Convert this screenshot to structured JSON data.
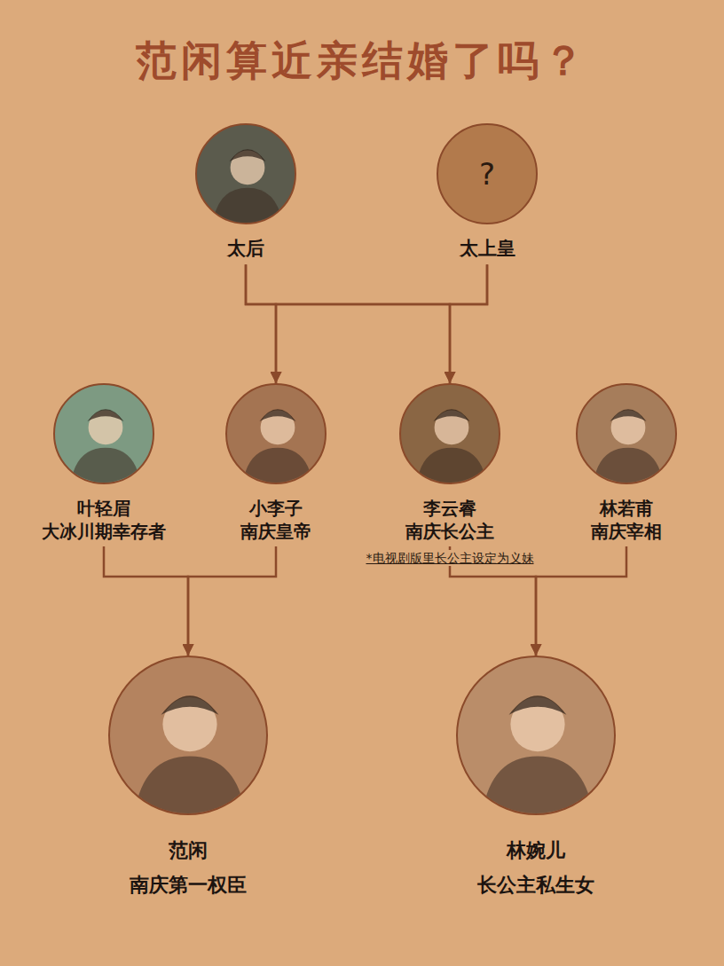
{
  "diagram": {
    "title": "范闲算近亲结婚了吗？",
    "nodes": [
      {
        "text": [
          "太后"
        ]
      },
      {
        "text": [
          "?",
          "太上皇"
        ]
      },
      {
        "text": [
          "叶轻眉",
          "大冰川期幸存者"
        ]
      },
      {
        "text": [
          "小李子",
          "南庆皇帝"
        ]
      },
      {
        "text": [
          "李云睿",
          "南庆长公主"
        ]
      },
      {
        "text": [
          "林若甫",
          "南庆宰相"
        ]
      },
      {
        "text": [
          "范闲",
          "南庆第一权臣"
        ]
      },
      {
        "text": [
          "林婉儿",
          "长公主私生女"
        ]
      }
    ],
    "edges": [
      {
        "from": 0,
        "to": 3,
        "arrow": "to"
      },
      {
        "from": 0,
        "to": 4,
        "arrow": "to"
      },
      {
        "from": 1,
        "to": 3,
        "arrow": "to"
      },
      {
        "from": 1,
        "to": 4,
        "arrow": "to"
      },
      {
        "from": 2,
        "to": 6,
        "arrow": "to"
      },
      {
        "from": 3,
        "to": 6,
        "arrow": "to"
      },
      {
        "from": 4,
        "to": 7,
        "arrow": "to"
      },
      {
        "from": 5,
        "to": 7,
        "arrow": "to"
      }
    ],
    "labels": [
      "*电视剧版里长公主设定为义妹"
    ]
  }
}
